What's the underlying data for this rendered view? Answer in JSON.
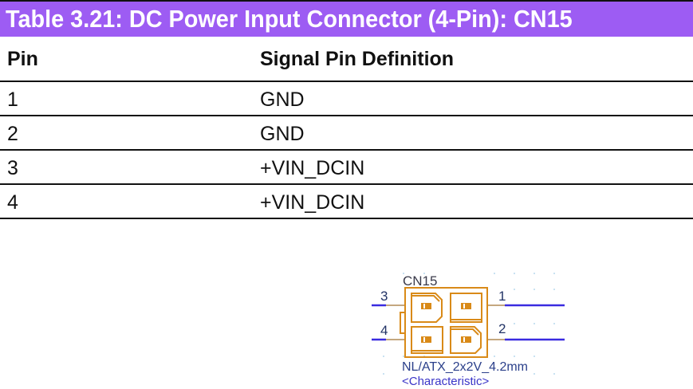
{
  "title": "Table 3.21: DC Power Input Connector (4-Pin): CN15",
  "colors": {
    "title_bg": "#9d5cf3",
    "title_fg": "#ffffff",
    "schematic_body": "#d98a18",
    "wire": "#3a2be0",
    "label_blue": "#2a3fb0"
  },
  "table": {
    "headers": [
      "Pin",
      "Signal Pin Definition"
    ],
    "rows": [
      {
        "pin": "1",
        "signal": "GND"
      },
      {
        "pin": "2",
        "signal": "GND"
      },
      {
        "pin": "3",
        "signal": "+VIN_DCIN"
      },
      {
        "pin": "4",
        "signal": "+VIN_DCIN"
      }
    ]
  },
  "schematic": {
    "ref": "CN15",
    "part": "NL/ATX_2x2V_4.2mm",
    "characteristic": "<Characteristic>",
    "pin_labels": {
      "p1": "1",
      "p2": "2",
      "p3": "3",
      "p4": "4"
    }
  }
}
